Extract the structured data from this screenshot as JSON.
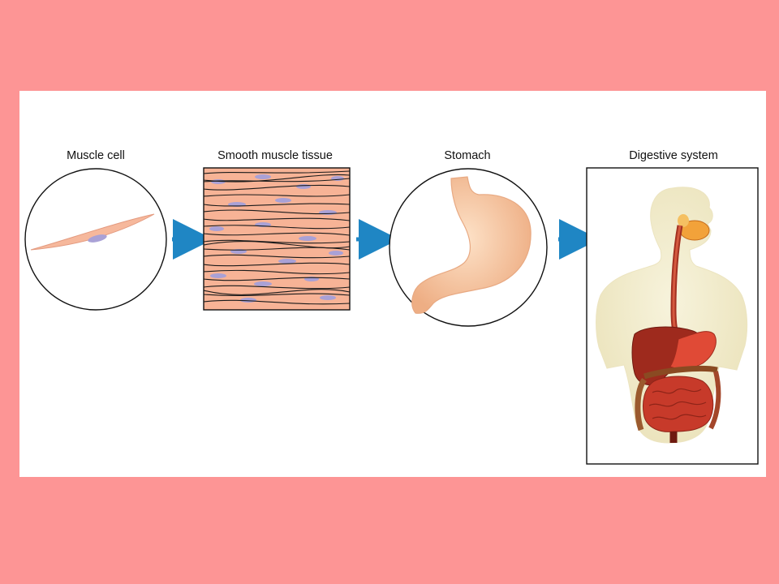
{
  "diagram": {
    "stages": [
      {
        "id": "cell",
        "label": "Muscle cell"
      },
      {
        "id": "tissue",
        "label": "Smooth muscle tissue"
      },
      {
        "id": "organ",
        "label": "Stomach"
      },
      {
        "id": "system",
        "label": "Digestive system"
      }
    ],
    "arrows": 3
  },
  "colors": {
    "slide_background": "#fd9595",
    "panel_background": "#ffffff",
    "arrow": "#1f86c4",
    "muscle_fiber": "#f6b89c",
    "nucleus": "#a9a1d6",
    "stomach": "#f6c3a0",
    "body_silhouette": "#f3efd2",
    "organs": "#b83423"
  }
}
